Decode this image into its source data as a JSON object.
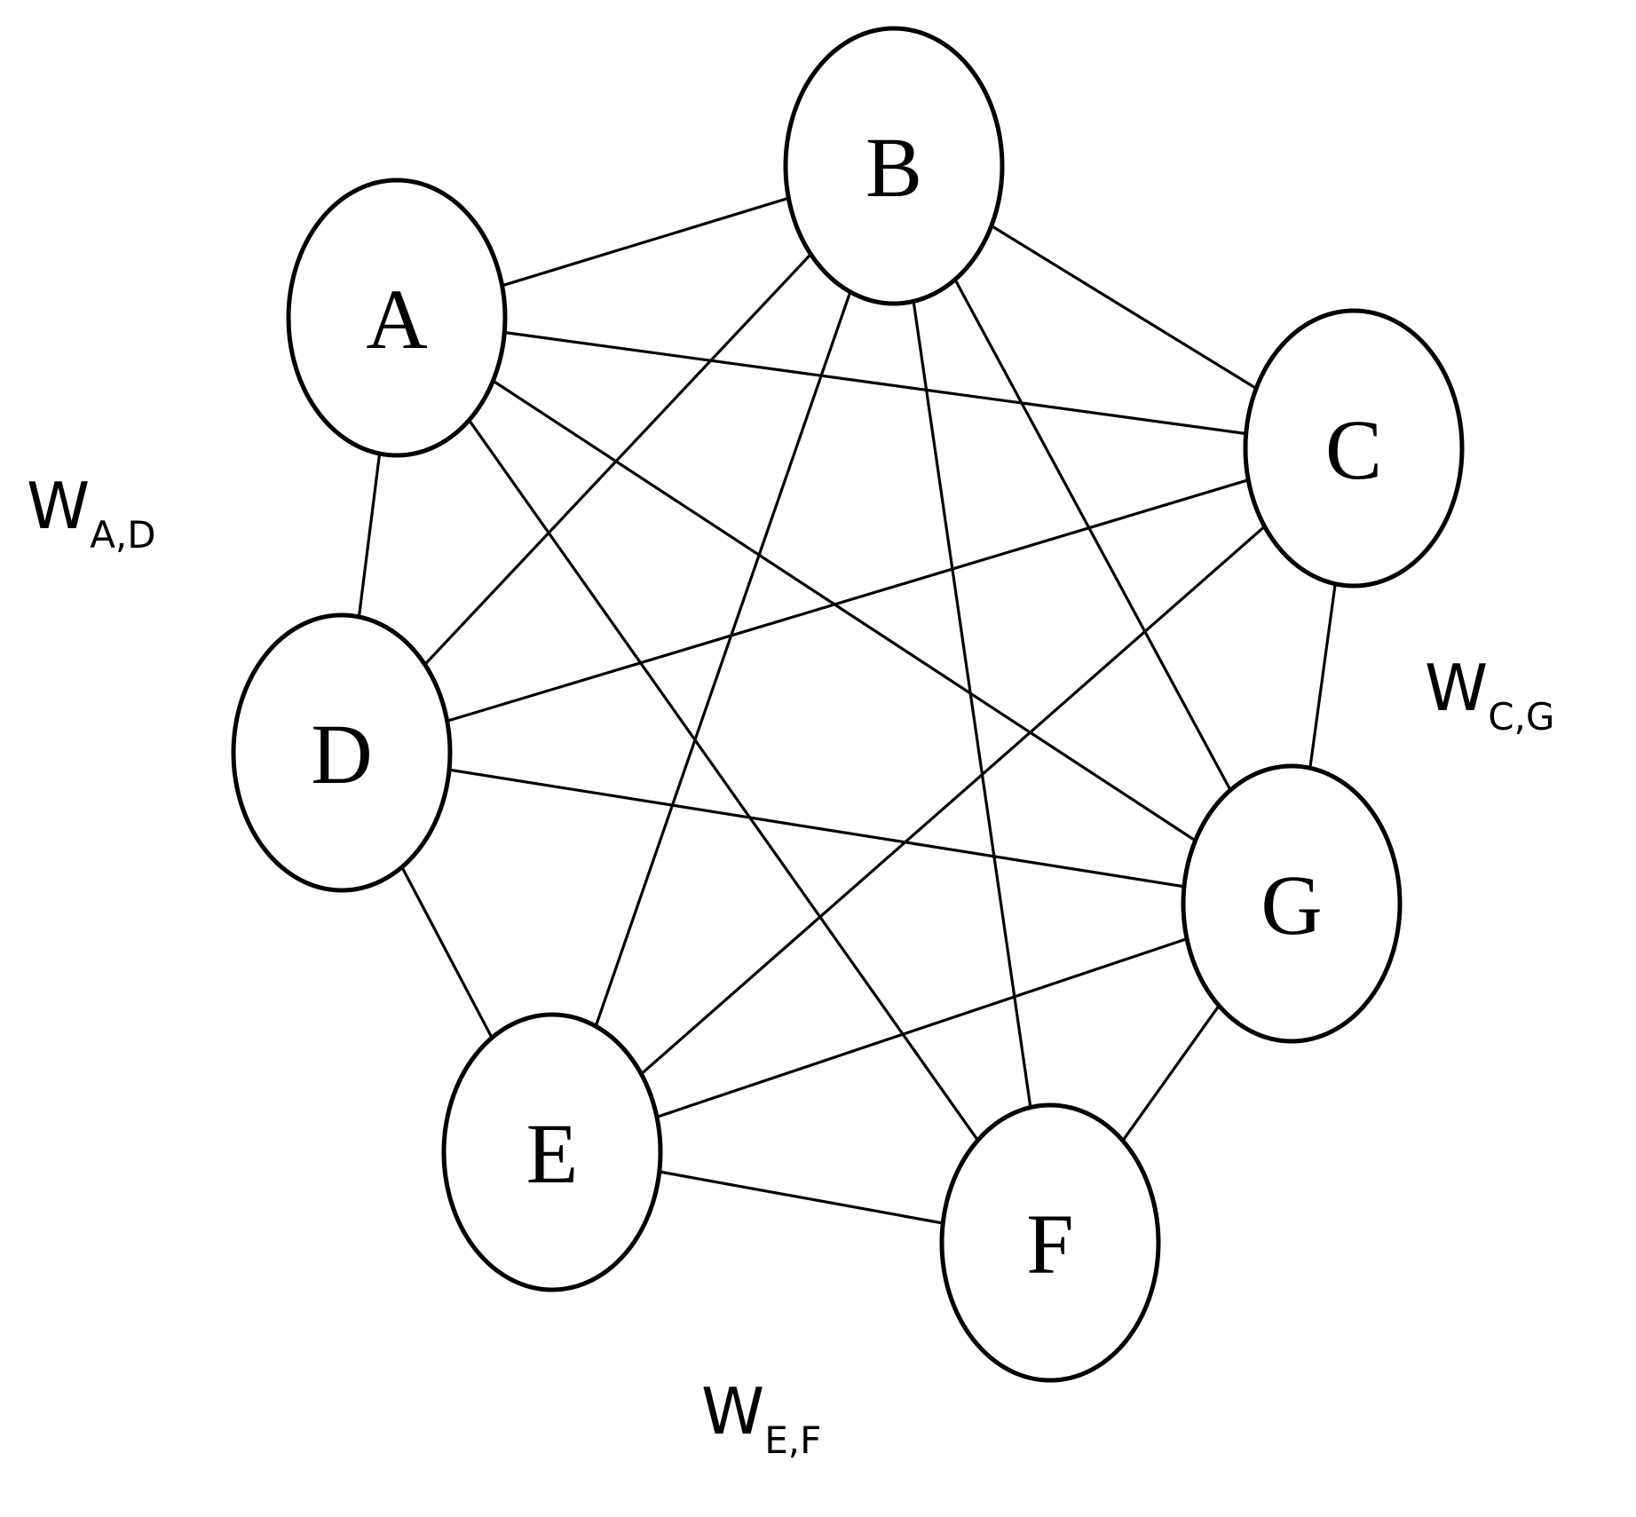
{
  "nodes": [
    {
      "id": "A",
      "label": "A"
    },
    {
      "id": "B",
      "label": "B"
    },
    {
      "id": "C",
      "label": "C"
    },
    {
      "id": "D",
      "label": "D"
    },
    {
      "id": "E",
      "label": "E"
    },
    {
      "id": "F",
      "label": "F"
    },
    {
      "id": "G",
      "label": "G"
    }
  ],
  "edges": [
    [
      "A",
      "B"
    ],
    [
      "A",
      "C"
    ],
    [
      "A",
      "D"
    ],
    [
      "A",
      "F"
    ],
    [
      "A",
      "G"
    ],
    [
      "B",
      "C"
    ],
    [
      "B",
      "D"
    ],
    [
      "B",
      "E"
    ],
    [
      "B",
      "F"
    ],
    [
      "B",
      "G"
    ],
    [
      "C",
      "D"
    ],
    [
      "C",
      "E"
    ],
    [
      "C",
      "G"
    ],
    [
      "D",
      "E"
    ],
    [
      "D",
      "G"
    ],
    [
      "E",
      "F"
    ],
    [
      "E",
      "G"
    ],
    [
      "F",
      "G"
    ]
  ],
  "weight_labels": [
    {
      "id": "w-ad",
      "main": "W",
      "sub": "A,D"
    },
    {
      "id": "w-cg",
      "main": "W",
      "sub": "C,G"
    },
    {
      "id": "w-ef",
      "main": "W",
      "sub": "E,F"
    }
  ]
}
